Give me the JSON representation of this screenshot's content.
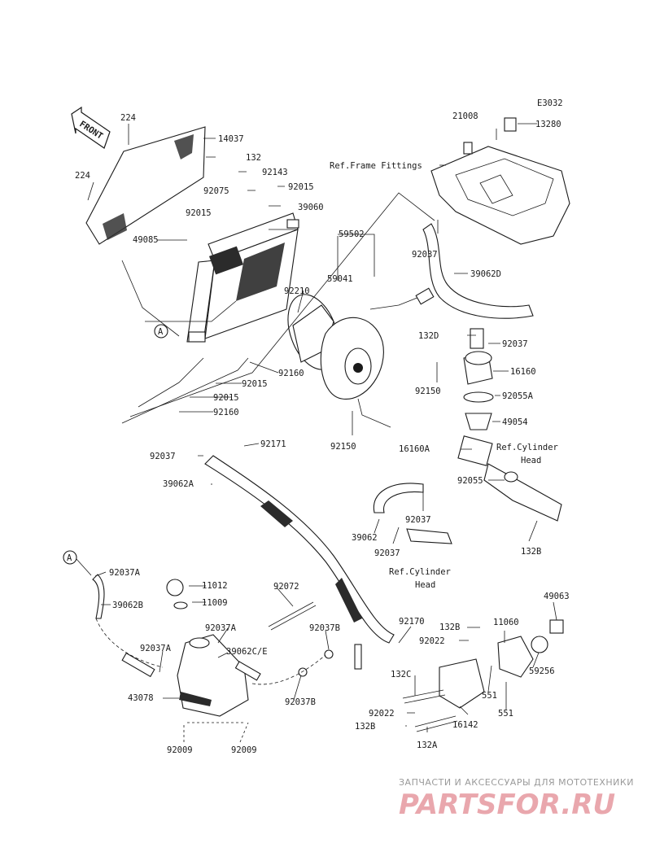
{
  "diagram_code": "E3032",
  "front_label": "FRONT",
  "labels": {
    "l224a": "224",
    "l14037": "14037",
    "l132": "132",
    "l92143": "92143",
    "l224b": "224",
    "l92075": "92075",
    "l92015a": "92015",
    "l39060": "39060",
    "l92015b": "92015",
    "l49085": "49085",
    "l59502": "59502",
    "l59041": "59041",
    "l92210": "92210",
    "lA1": "A",
    "l92160a": "92160",
    "l92015c": "92015",
    "l92015d": "92015",
    "l92160b": "92160",
    "l92150a": "92150",
    "l92150b": "92150",
    "l21008": "21008",
    "l13280": "13280",
    "lRefFrame": "Ref.Frame Fittings",
    "l92037a": "92037",
    "l39062D": "39062D",
    "l132D": "132D",
    "l92037b": "92037",
    "l16160": "16160",
    "l92055A": "92055A",
    "l49054": "49054",
    "l16160A": "16160A",
    "lRefCyl1": "Ref.Cylinder",
    "lHead1": "Head",
    "l92055": "92055",
    "l92037c": "92037",
    "l92171": "92171",
    "l39062A": "39062A",
    "l39062": "39062",
    "l92037d": "92037",
    "l92037e": "92037",
    "l132B1": "132B",
    "lRefCyl2": "Ref.Cylinder",
    "lHead2": "Head",
    "lA2": "A",
    "l92037A1": "92037A",
    "l39062B": "39062B",
    "l11012": "11012",
    "l11009": "11009",
    "l92072": "92072",
    "l92037A2": "92037A",
    "l92037A3": "92037A",
    "l39062CE": "39062C/E",
    "l92037B1": "92037B",
    "l92037B2": "92037B",
    "l43078": "43078",
    "l92009a": "92009",
    "l92009b": "92009",
    "l92170": "92170",
    "l132B2": "132B",
    "l92022a": "92022",
    "l132C": "132C",
    "l92022b": "92022",
    "l132B3": "132B",
    "l132A": "132A",
    "l16142": "16142",
    "l11060": "11060",
    "l49063": "49063",
    "l59256": "59256",
    "l551a": "551",
    "l551b": "551"
  },
  "watermark": {
    "line1": "ЗАПЧАСТИ И АКСЕССУАРЫ ДЛЯ МОТОТЕХНИКИ",
    "line2": "PARTSFOR.RU"
  }
}
